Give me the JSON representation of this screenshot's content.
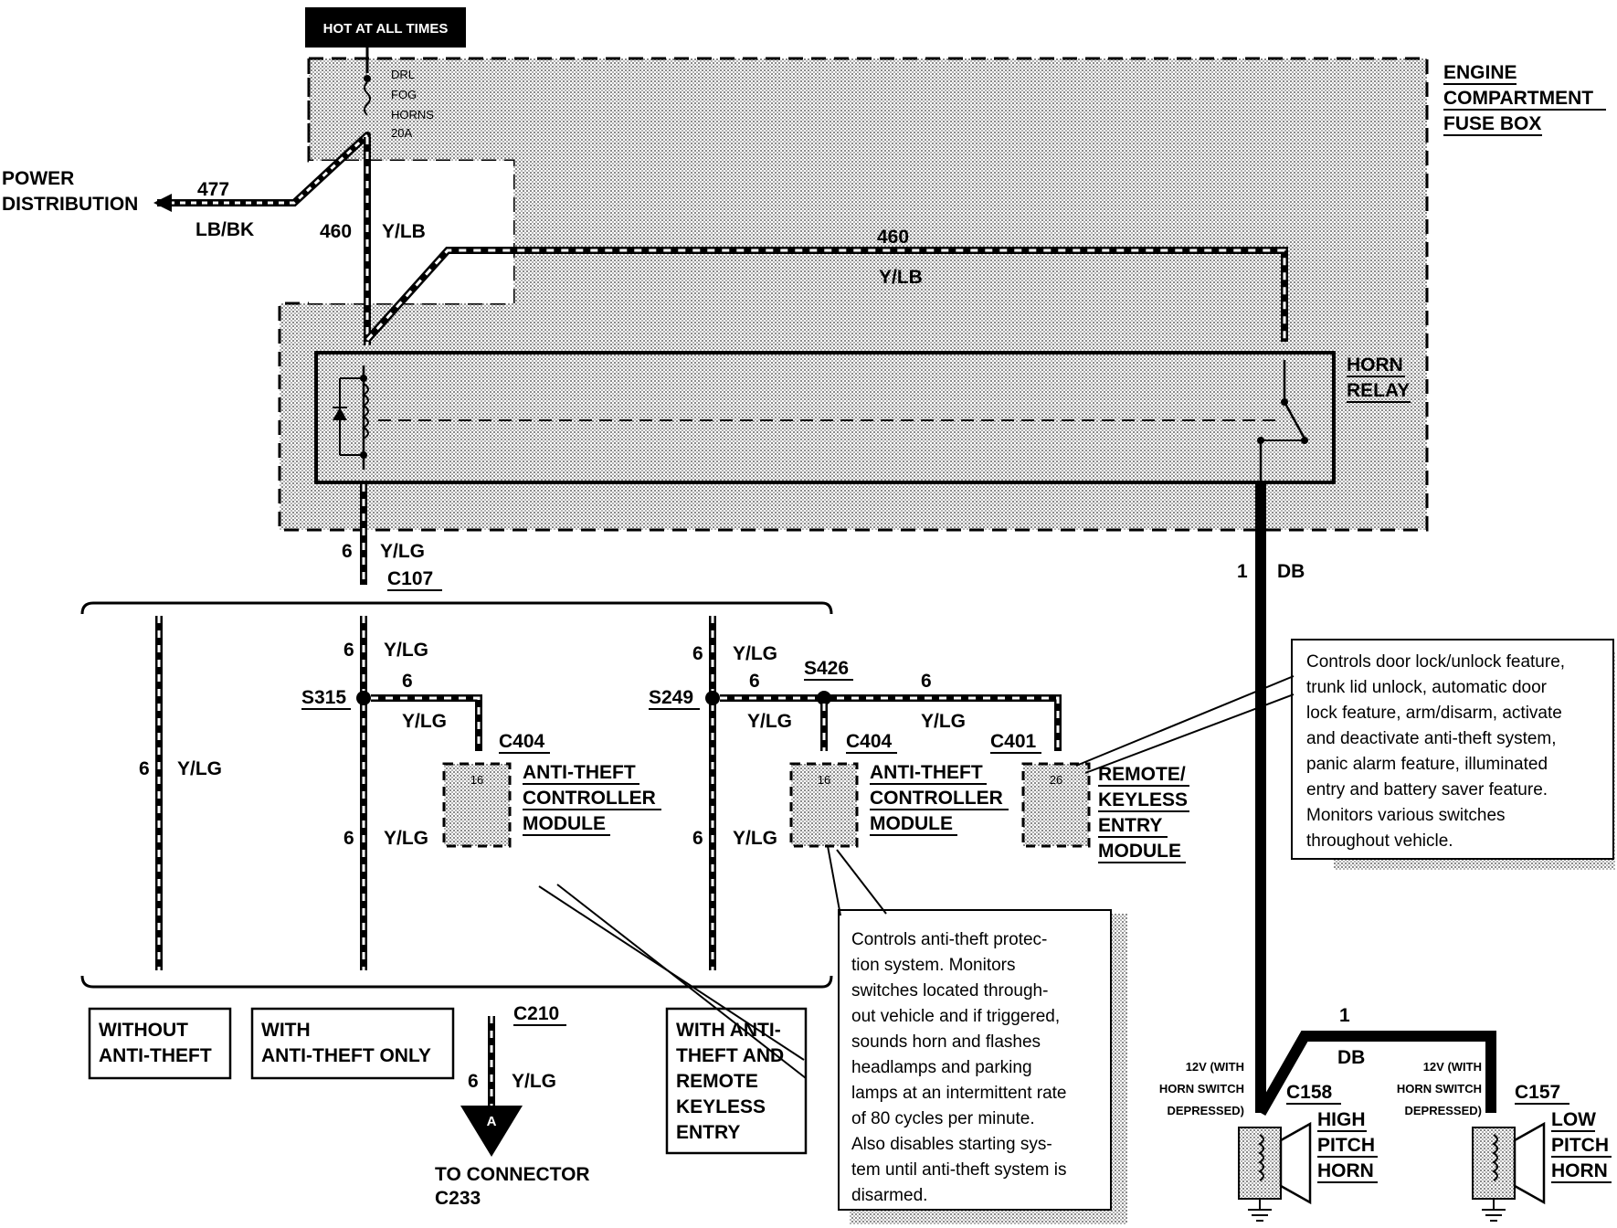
{
  "hot_label": "HOT AT ALL TIMES",
  "fuse": {
    "lines": [
      "DRL",
      "FOG",
      "HORNS",
      "20A"
    ]
  },
  "engine_box_title": [
    "ENGINE",
    "COMPARTMENT",
    "FUSE BOX"
  ],
  "power_distribution": [
    "POWER",
    "DISTRIBUTION"
  ],
  "wires": {
    "w477_num": "477",
    "w477_color": "LB/BK",
    "w460_num": "460",
    "w460_color": "Y/LB",
    "w460_top_num": "460",
    "w460_top_color": "Y/LB",
    "w6_num": "6",
    "w6_color": "Y/LG",
    "w1_num": "1",
    "w1_color": "DB",
    "w1b_num": "1",
    "w1b_color": "DB"
  },
  "horn_relay": [
    "HORN",
    "RELAY"
  ],
  "connectors": {
    "c107": "C107",
    "c404a": "C404",
    "c404b": "C404",
    "c401": "C401",
    "c210": "C210",
    "c158": "C158",
    "c157": "C157",
    "s315": "S315",
    "s249": "S249",
    "s426": "S426"
  },
  "pins": {
    "a": "16",
    "b": "16",
    "c": "26"
  },
  "modules": {
    "atcm1": [
      "ANTI-THEFT",
      "CONTROLLER",
      "MODULE"
    ],
    "atcm2": [
      "ANTI-THEFT",
      "CONTROLLER",
      "MODULE"
    ],
    "rke": [
      "REMOTE/",
      "KEYLESS",
      "ENTRY",
      "MODULE"
    ]
  },
  "branch_labels": {
    "without": [
      "WITHOUT",
      "ANTI-THEFT"
    ],
    "with_only": [
      "WITH",
      "ANTI-THEFT ONLY"
    ],
    "with_rke": [
      "WITH ANTI-",
      "THEFT AND",
      "REMOTE",
      "KEYLESS",
      "ENTRY"
    ]
  },
  "connector_ref": {
    "letter": "A",
    "text": [
      "TO CONNECTOR",
      "C233"
    ]
  },
  "notes": {
    "rke": [
      "Controls door lock/unlock feature,",
      "trunk lid unlock, automatic door",
      "lock feature, arm/disarm, activate",
      "and deactivate anti-theft system,",
      "panic alarm feature, illuminated",
      "entry and battery saver feature.",
      "Monitors various switches",
      "throughout vehicle."
    ],
    "atcm": [
      "Controls anti-theft protec-",
      "tion system.  Monitors",
      "switches located through-",
      "out vehicle and if triggered,",
      "sounds horn and flashes",
      "headlamps and parking",
      "lamps at an intermittent rate",
      "of 80 cycles per minute.",
      "Also disables starting sys-",
      "tem until anti-theft system is",
      "disarmed."
    ]
  },
  "horns": {
    "high": [
      "HIGH",
      "PITCH",
      "HORN"
    ],
    "low": [
      "LOW",
      "PITCH",
      "HORN"
    ],
    "switch_note_high": [
      "12V (WITH",
      "HORN SWITCH",
      "DEPRESSED)"
    ],
    "switch_note_low": [
      "12V (WITH",
      "HORN SWITCH",
      "DEPRESSED)"
    ]
  }
}
